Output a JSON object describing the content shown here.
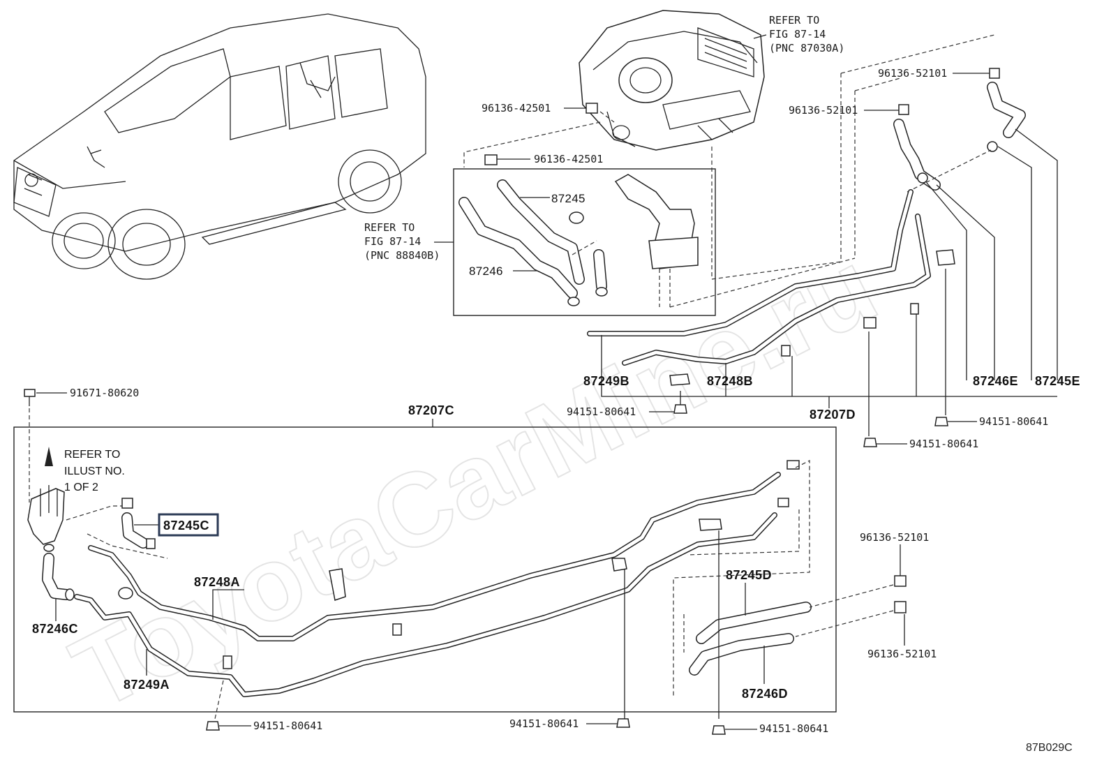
{
  "watermark": "ToyotaCarMine.ru",
  "figure_code": "87B029C",
  "refer_fig_87_14_unit": [
    "REFER TO",
    "FIG 87-14",
    "(PNC 87030A)"
  ],
  "refer_fig_87_14_box": [
    "REFER TO",
    "FIG 87-14",
    "(PNC 88840B)"
  ],
  "refer_illust": [
    "REFER TO",
    "ILLUST NO.",
    "1 OF 2"
  ],
  "parts": {
    "p96136_42501_a": "96136-42501",
    "p96136_42501_b": "96136-42501",
    "p96136_52101_a": "96136-52101",
    "p96136_52101_b": "96136-52101",
    "p87245": "87245",
    "p87246": "87246",
    "p91671_80620": "91671-80620",
    "p87207C": "87207C",
    "p87249B": "87249B",
    "p87248B": "87248B",
    "p87246E": "87246E",
    "p87245E": "87245E",
    "p94151_80641_a": "94151-80641",
    "p87207D": "87207D",
    "p94151_80641_b": "94151-80641",
    "p94151_80641_c": "94151-80641",
    "p87245C": "87245C",
    "p87248A": "87248A",
    "p87246C": "87246C",
    "p87249A": "87249A",
    "p87245D": "87245D",
    "p96136_52101_c": "96136-52101",
    "p96136_52101_d": "96136-52101",
    "p87246D": "87246D",
    "p94151_80641_d": "94151-80641",
    "p94151_80641_e": "94151-80641",
    "p94151_80641_f": "94151-80641"
  },
  "colors": {
    "line": "#222222",
    "highlight_box": "#2b3a55",
    "watermark": "#e4e4e4"
  }
}
